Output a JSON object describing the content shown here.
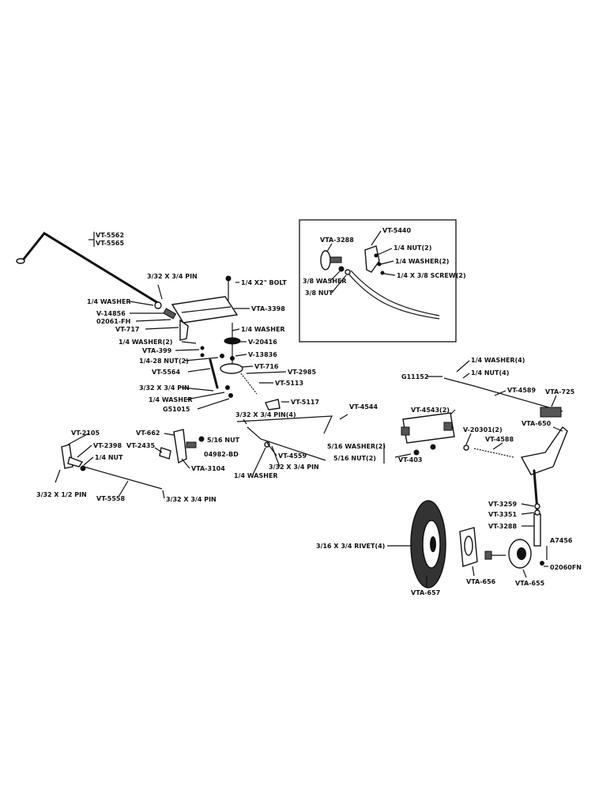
{
  "diagram": {
    "labels": {
      "vt5562": "VT-5562",
      "vt5565": "VT-5565",
      "pin1": "3/32 X 3/4 PIN",
      "bolt": "1/4 X2\" BOLT",
      "washer1": "1/4 WASHER",
      "vta3398": "VTA-3398",
      "v14856": "V-14856",
      "fh02061": "02061-FH",
      "vt717": "VT-717",
      "washer2": "1/4 WASHER",
      "washer2x": "1/4 WASHER(2)",
      "v20416": "V-20416",
      "vta399": "VTA-399",
      "v13836": "V-13836",
      "nut28": "1/4-28 NUT(2)",
      "vt716": "VT-716",
      "vt2985": "VT-2985",
      "vt5564": "VT-5564",
      "vt5113": "VT-5113",
      "pin2": "3/32 X 3/4 PIN",
      "washer3": "1/4 WASHER",
      "g51015": "G51015",
      "vt5117": "VT-5117",
      "vta3288": "VTA-3288",
      "vt5440": "VT-5440",
      "nut2a": "1/4 NUT(2)",
      "washer2a": "1/4 WASHER(2)",
      "screw2": "1/4 X 3/8 SCREW(2)",
      "washer4": "3/8 WASHER",
      "nut4": "3/8 NUT",
      "g11152": "G11152",
      "washer4x": "1/4 WASHER(4)",
      "nut4x": "1/4 NUT(4)",
      "vt4589": "VT-4589",
      "vta725": "VTA-725",
      "vt4544": "VT-4544",
      "vt4543": "VT-4543(2)",
      "vta650": "VTA-650",
      "pin4": "3/32 X 3/4 PIN(4)",
      "vt4559": "VT-4559",
      "pin5": "3/32 X 3/4 PIN",
      "washer5": "1/4 WASHER",
      "washer516": "5/16 WASHER(2)",
      "nut516": "5/16 NUT(2)",
      "vt403": "VT-403",
      "v20301": "V-20301(2)",
      "vt4588": "VT-4588",
      "vt2105": "VT-2105",
      "vt2398": "VT-2398",
      "nut1": "1/4 NUT",
      "vt662": "VT-662",
      "vt2435": "VT-2435",
      "nut516b": "5/16 NUT",
      "bd04982": "04982-BD",
      "vta3104": "VTA-3104",
      "pin6": "3/32 X 1/2 PIN",
      "vt5558": "VT-5558",
      "pin7": "3/32 X 3/4 PIN",
      "vt3259": "VT-3259",
      "vt3351": "VT-3351",
      "vt3288": "VT-3288",
      "a7456": "A7456",
      "fn02060": "02060FN",
      "rivet": "3/16 X 3/4 RIVET(4)",
      "vta657": "VTA-657",
      "vta656": "VTA-656",
      "vta655": "VTA-655"
    }
  }
}
